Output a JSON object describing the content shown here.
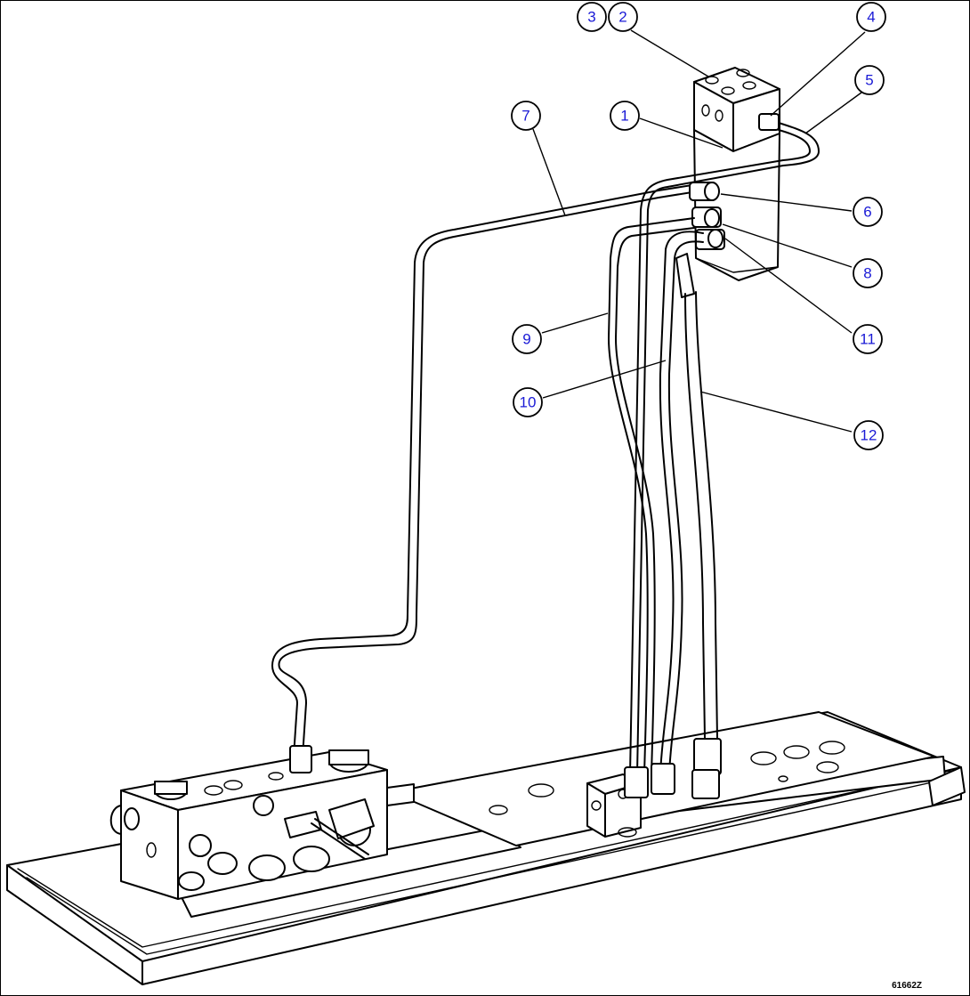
{
  "figure_number": "61662Z",
  "callouts": [
    {
      "id": "c1",
      "label": "1"
    },
    {
      "id": "c2",
      "label": "2"
    },
    {
      "id": "c3",
      "label": "3"
    },
    {
      "id": "c4",
      "label": "4"
    },
    {
      "id": "c5",
      "label": "5"
    },
    {
      "id": "c6",
      "label": "6"
    },
    {
      "id": "c7",
      "label": "7"
    },
    {
      "id": "c8",
      "label": "8"
    },
    {
      "id": "c9",
      "label": "9"
    },
    {
      "id": "c10",
      "label": "10"
    },
    {
      "id": "c11",
      "label": "11"
    },
    {
      "id": "c12",
      "label": "12"
    }
  ]
}
